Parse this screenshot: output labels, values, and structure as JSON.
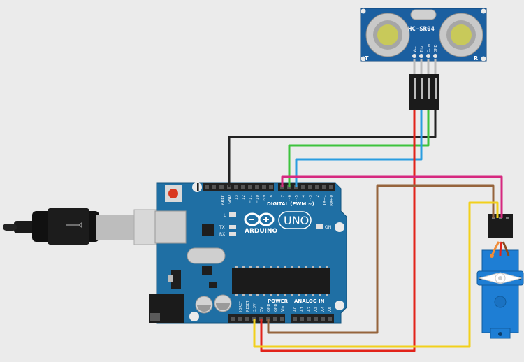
{
  "sensor": {
    "model": "HC-SR04",
    "left_mark": "T",
    "right_mark": "R",
    "pins": [
      "Vcc",
      "Trig",
      "Echo",
      "GND"
    ]
  },
  "arduino": {
    "brand": "ARDUINO",
    "model": "UNO",
    "on_label": "ON",
    "l_label": "L",
    "tx_label": "TX",
    "rx_label": "RX",
    "digital_label": "DIGITAL (PWM ~)",
    "power_label": "POWER",
    "analog_label": "ANALOG IN",
    "top_pins": [
      "AREF",
      "GND",
      "13",
      "12",
      "~11",
      "~10",
      "~9",
      "8",
      "7",
      "~6",
      "~5",
      "4",
      "~3",
      "2",
      "TX→1",
      "RX←0"
    ],
    "power_pins": [
      "IOREF",
      "RESET",
      "3.3V",
      "5V",
      "GND",
      "GND",
      "Vin"
    ],
    "analog_pins": [
      "A0",
      "A1",
      "A2",
      "A3",
      "A4",
      "A5"
    ]
  },
  "colors": {
    "background": "#ebebeb",
    "board": "#1f6fa4",
    "wire_black": "#222222",
    "wire_green": "#3ec33e",
    "wire_blue": "#2a9de0",
    "wire_red": "#e2231a",
    "wire_magenta": "#d6287f",
    "wire_brown": "#96643c",
    "wire_yellow": "#f2d01c",
    "servo": "#1e7ed4"
  }
}
